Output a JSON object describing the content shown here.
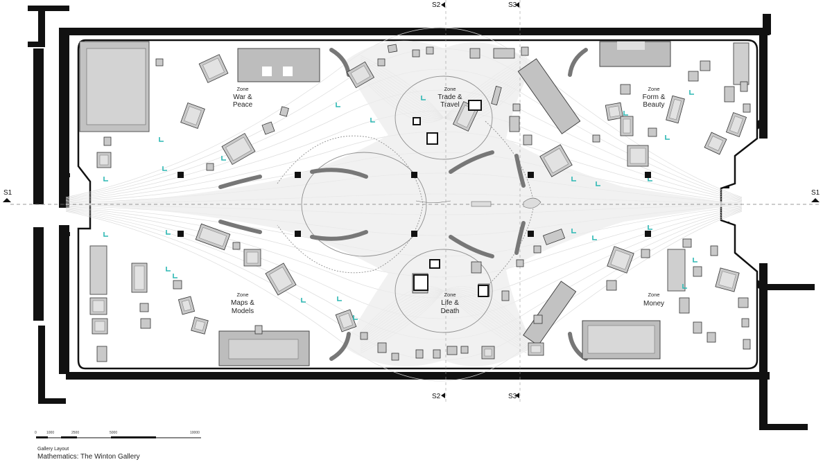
{
  "drawing": {
    "subtitle": "Gallery Layout",
    "title": "Mathematics: The Winton Gallery"
  },
  "sections": {
    "s1": "S1",
    "s2": "S2",
    "s3": "S3"
  },
  "zones": [
    {
      "id": "war-peace",
      "prefix": "Zone",
      "lines": [
        "War &",
        "Peace"
      ]
    },
    {
      "id": "trade-travel",
      "prefix": "Zone",
      "lines": [
        "Trade &",
        "Travel"
      ]
    },
    {
      "id": "form-beauty",
      "prefix": "Zone",
      "lines": [
        "Form &",
        "Beauty"
      ]
    },
    {
      "id": "maps-models",
      "prefix": "Zone",
      "lines": [
        "Maps &",
        "Models"
      ]
    },
    {
      "id": "life-death",
      "prefix": "Zone",
      "lines": [
        "Life &",
        "Death"
      ]
    },
    {
      "id": "money",
      "prefix": "Zone",
      "lines": [
        "Money"
      ]
    }
  ],
  "scale_bar": {
    "ticks": [
      "0",
      "1000",
      "2500",
      "5000",
      "10000"
    ]
  },
  "colors": {
    "wall": "#111111",
    "case_fill": "#c8c8c8",
    "case_dark": "#8a8a8a",
    "accent": "#2bb7b3",
    "flow": "#e2e2e2"
  }
}
